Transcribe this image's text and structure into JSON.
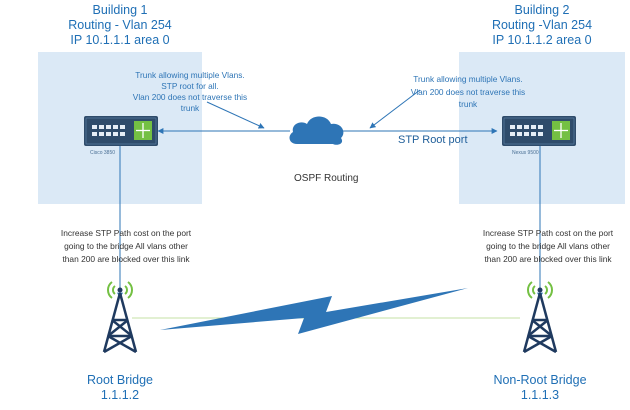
{
  "colors": {
    "building_fill": "#dbe9f6",
    "accent_blue": "#2e75b6",
    "title_blue": "#1f6fb5",
    "switch_body": "#2f4c6b",
    "tower": "#1f3a5f",
    "signal": "#74c043"
  },
  "building1": {
    "title_lines": [
      "Building 1",
      "Routing - Vlan 254",
      "IP 10.1.1.1 area 0"
    ],
    "switch_label": "Cisco 3850",
    "trunk_note": [
      "Trunk allowing multiple Vlans.",
      "STP root for all.",
      "Vlan 200 does not traverse this",
      "trunk"
    ]
  },
  "building2": {
    "title_lines": [
      "Building 2",
      "Routing -Vlan 254",
      "IP 10.1.1.2 area 0"
    ],
    "switch_label": "Nexus 9500",
    "trunk_note": [
      "Trunk allowing multiple Vlans.",
      "Vlan 200 does not traverse this",
      "trunk"
    ]
  },
  "cloud": {
    "label": "OSPF Routing",
    "icon": "cloud-icon"
  },
  "stp_root_port": "STP Root port",
  "path_cost_note_left": [
    "Increase STP Path cost on the port",
    "going to the bridge All vlans other",
    "than 200 are blocked over this link"
  ],
  "path_cost_note_right": [
    "Increase STP Path cost on the port",
    "going to the bridge All vlans other",
    "than 200 are blocked over this link"
  ],
  "root_bridge": {
    "lines": [
      "Root Bridge",
      "1.1.1.2"
    ],
    "icon": "radio-tower-icon"
  },
  "nonroot_bridge": {
    "lines": [
      "Non-Root Bridge",
      "1.1.1.3"
    ],
    "icon": "radio-tower-icon"
  },
  "wireless_link_icon": "lightning-bolt-icon"
}
